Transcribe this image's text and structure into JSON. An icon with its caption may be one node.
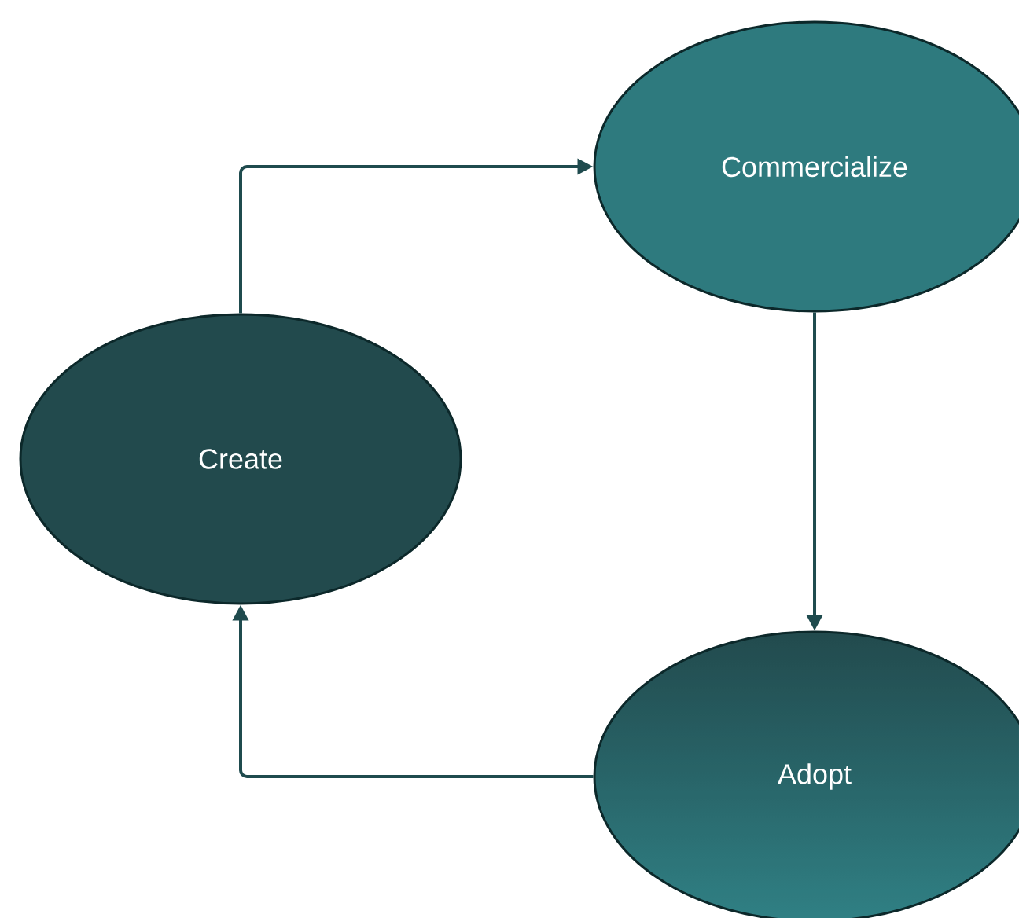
{
  "diagram": {
    "nodes": [
      {
        "text": [
          "Create"
        ]
      },
      {
        "text": [
          "Commercialize"
        ]
      },
      {
        "text": [
          "Adopt"
        ]
      }
    ],
    "edges": [
      {
        "from": 0,
        "to": 1,
        "arrow": "to"
      },
      {
        "from": 1,
        "to": 2,
        "arrow": "to"
      },
      {
        "from": 2,
        "to": 0,
        "arrow": "to"
      }
    ]
  }
}
